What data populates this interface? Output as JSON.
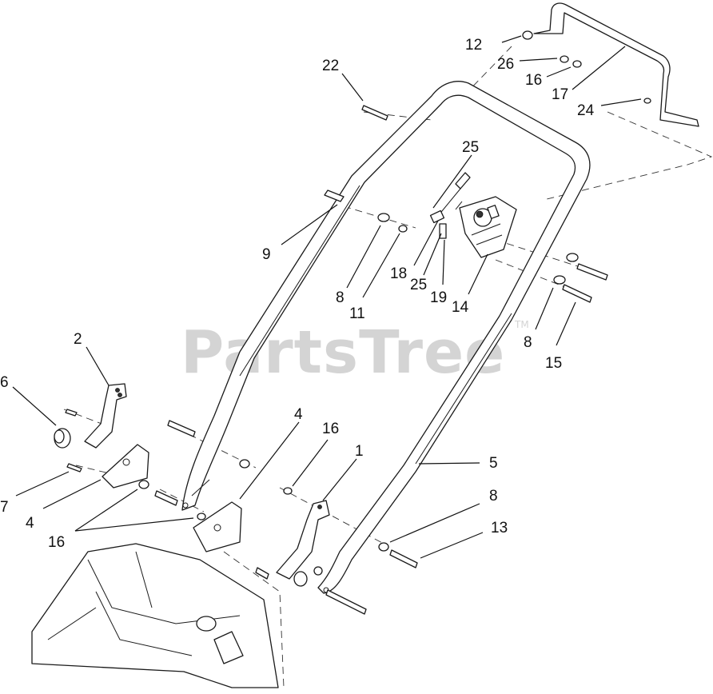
{
  "watermark": {
    "brand": "PartsTree",
    "trademark": "TM"
  },
  "callouts": [
    {
      "id": "c12",
      "label": "12"
    },
    {
      "id": "c26",
      "label": "26"
    },
    {
      "id": "c16a",
      "label": "16"
    },
    {
      "id": "c17",
      "label": "17"
    },
    {
      "id": "c22",
      "label": "22"
    },
    {
      "id": "c24",
      "label": "24"
    },
    {
      "id": "c25a",
      "label": "25"
    },
    {
      "id": "c9",
      "label": "9"
    },
    {
      "id": "c18",
      "label": "18"
    },
    {
      "id": "c25b",
      "label": "25"
    },
    {
      "id": "c19",
      "label": "19"
    },
    {
      "id": "c14",
      "label": "14"
    },
    {
      "id": "c8a",
      "label": "8"
    },
    {
      "id": "c11",
      "label": "11"
    },
    {
      "id": "c8b",
      "label": "8"
    },
    {
      "id": "c15",
      "label": "15"
    },
    {
      "id": "c2",
      "label": "2"
    },
    {
      "id": "c6",
      "label": "6"
    },
    {
      "id": "c4a",
      "label": "4"
    },
    {
      "id": "c16b",
      "label": "16"
    },
    {
      "id": "c1",
      "label": "1"
    },
    {
      "id": "c5",
      "label": "5"
    },
    {
      "id": "c7",
      "label": "7"
    },
    {
      "id": "c4b",
      "label": "4"
    },
    {
      "id": "c8c",
      "label": "8"
    },
    {
      "id": "c16c",
      "label": "16"
    },
    {
      "id": "c13",
      "label": "13"
    }
  ]
}
